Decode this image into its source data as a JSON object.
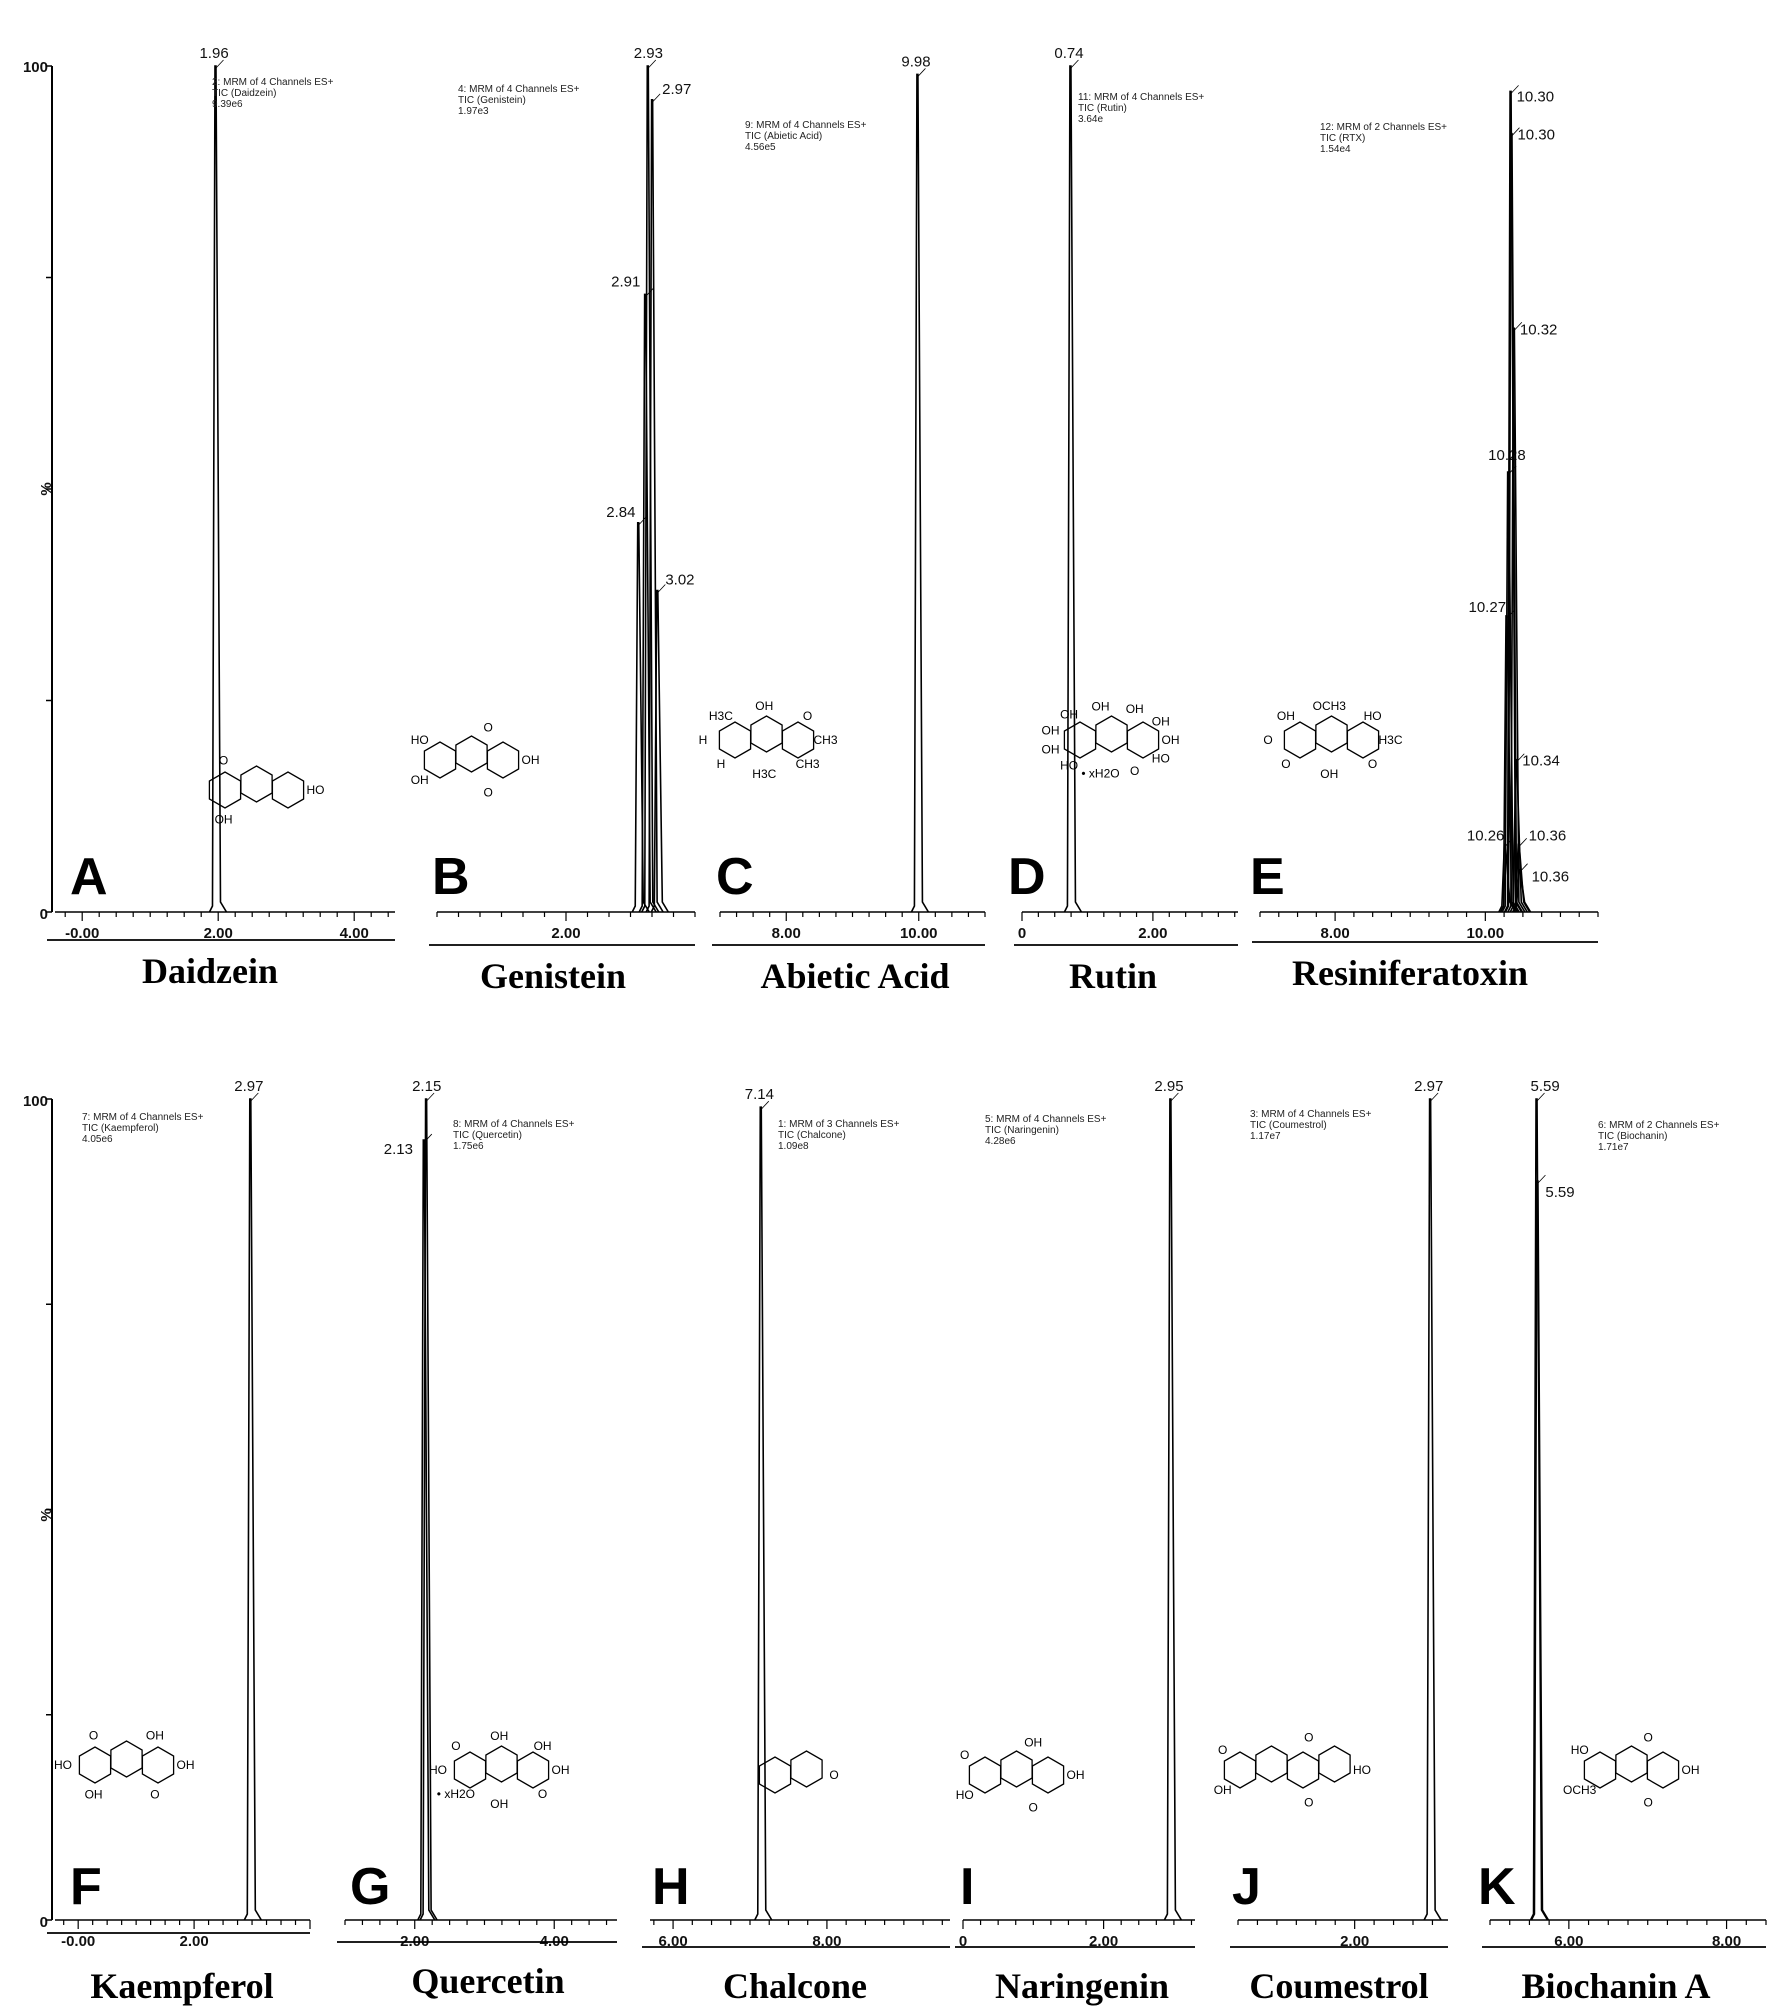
{
  "y_axis": {
    "top_label": "100",
    "bottom_label": "0",
    "unit_label": "%"
  },
  "chart_data": [
    {
      "type": "line",
      "panel": "A",
      "compound": "Daidzein",
      "info": [
        "2: MRM of 4 Channels ES+",
        "TIC (Daidzein)",
        "9.39e6"
      ],
      "xlim": [
        -0.4,
        4.6
      ],
      "ylim": [
        0,
        100
      ],
      "xticks": [
        "-0.00",
        "2.00",
        "4.00"
      ],
      "xtick_values": [
        0,
        2,
        4
      ],
      "peaks": [
        {
          "rt": 1.96,
          "label": "1.96",
          "height": 100
        }
      ],
      "structure_text": [
        "HO",
        "OH",
        "O"
      ]
    },
    {
      "type": "line",
      "panel": "B",
      "compound": "Genistein",
      "info": [
        "4: MRM of 4 Channels ES+",
        "TIC (Genistein)",
        "1.97e3"
      ],
      "xlim": [
        0.5,
        3.5
      ],
      "ylim": [
        0,
        100
      ],
      "xticks": [
        "2.00"
      ],
      "xtick_values": [
        2
      ],
      "peaks": [
        {
          "rt": 2.84,
          "label": "2.84",
          "height": 46
        },
        {
          "rt": 2.91,
          "label": "2.91",
          "height": 73
        },
        {
          "rt": 2.93,
          "label": "2.93",
          "height": 100
        },
        {
          "rt": 2.97,
          "label": "2.97",
          "height": 96
        },
        {
          "rt": 3.02,
          "label": "3.02",
          "height": 38
        }
      ],
      "structure_text": [
        "OH",
        "O",
        "OH",
        "HO",
        "O"
      ]
    },
    {
      "type": "line",
      "panel": "C",
      "compound": "Abietic Acid",
      "info": [
        "9: MRM of 4 Channels ES+",
        "TIC (Abietic Acid)",
        "4.56e5"
      ],
      "xlim": [
        7.0,
        11.0
      ],
      "ylim": [
        0,
        100
      ],
      "xticks": [
        "8.00",
        "10.00"
      ],
      "xtick_values": [
        8,
        10
      ],
      "peaks": [
        {
          "rt": 9.98,
          "label": "9.98",
          "height": 99
        }
      ],
      "structure_text": [
        "CH3",
        "CH3",
        "H3C",
        "H",
        "H",
        "H3C",
        "OH",
        "O"
      ]
    },
    {
      "type": "line",
      "panel": "D",
      "compound": "Rutin",
      "info": [
        "11: MRM of 4 Channels ES+",
        "TIC (Rutin)",
        "3.64e"
      ],
      "xlim": [
        0.0,
        3.3
      ],
      "ylim": [
        0,
        100
      ],
      "xticks": [
        "0",
        "2.00"
      ],
      "xtick_values": [
        0,
        2
      ],
      "peaks": [
        {
          "rt": 0.74,
          "label": "0.74",
          "height": 100
        }
      ],
      "structure_text": [
        "OH",
        "HO",
        "O",
        "• xH2O",
        "HO",
        "OH",
        "OH",
        "OH",
        "OH",
        "OH",
        "OH"
      ]
    },
    {
      "type": "line",
      "panel": "E",
      "compound": "Resiniferatoxin",
      "info": [
        "12: MRM of 2 Channels ES+",
        "TIC (RTX)",
        "1.54e4"
      ],
      "xlim": [
        7.0,
        11.5
      ],
      "ylim": [
        0,
        100
      ],
      "xticks": [
        "8.00",
        "10.00"
      ],
      "xtick_values": [
        8,
        10
      ],
      "peaks": [
        {
          "rt": 10.26,
          "label": "10.26",
          "height": 8
        },
        {
          "rt": 10.27,
          "label": "10.27",
          "height": 35
        },
        {
          "rt": 10.28,
          "label": "10.28",
          "height": 52
        },
        {
          "rt": 10.3,
          "label": "10.30",
          "height": 97
        },
        {
          "rt": 10.3,
          "label": "10.30",
          "height": 92
        },
        {
          "rt": 10.32,
          "label": "10.32",
          "height": 69
        },
        {
          "rt": 10.34,
          "label": "10.34",
          "height": 18
        },
        {
          "rt": 10.36,
          "label": "10.36",
          "height": 8
        },
        {
          "rt": 10.36,
          "label": "10.36",
          "height": 5
        }
      ],
      "structure_text": [
        "H3C",
        "O",
        "OH",
        "O",
        "O",
        "OH",
        "OCH3",
        "HO"
      ]
    },
    {
      "type": "line",
      "panel": "F",
      "compound": "Kaempferol",
      "info": [
        "7: MRM of 4 Channels ES+",
        "TIC (Kaempferol)",
        "4.05e6"
      ],
      "xlim": [
        -0.4,
        4.0
      ],
      "ylim": [
        0,
        100
      ],
      "xticks": [
        "-0.00",
        "2.00"
      ],
      "xtick_values": [
        0,
        2
      ],
      "peaks": [
        {
          "rt": 2.97,
          "label": "2.97",
          "height": 100
        }
      ],
      "structure_text": [
        "OH",
        "O",
        "OH",
        "HO",
        "O",
        "OH"
      ]
    },
    {
      "type": "line",
      "panel": "G",
      "compound": "Quercetin",
      "info": [
        "8: MRM of 4 Channels ES+",
        "TIC (Quercetin)",
        "1.75e6"
      ],
      "xlim": [
        1.0,
        4.9
      ],
      "ylim": [
        0,
        100
      ],
      "xticks": [
        "2.00",
        "4.00"
      ],
      "xtick_values": [
        2,
        4
      ],
      "peaks": [
        {
          "rt": 2.13,
          "label": "2.13",
          "height": 95
        },
        {
          "rt": 2.15,
          "label": "2.15",
          "height": 100
        }
      ],
      "structure_text": [
        "OH",
        "O",
        "OH",
        "• xH2O",
        "HO",
        "O",
        "OH",
        "OH"
      ]
    },
    {
      "type": "line",
      "panel": "H",
      "compound": "Chalcone",
      "info": [
        "1: MRM of 3 Channels ES+",
        "TIC (Chalcone)",
        "1.09e8"
      ],
      "xlim": [
        5.7,
        9.6
      ],
      "ylim": [
        0,
        100
      ],
      "xticks": [
        "6.00",
        "8.00"
      ],
      "xtick_values": [
        6,
        8
      ],
      "peaks": [
        {
          "rt": 7.14,
          "label": "7.14",
          "height": 99
        }
      ],
      "structure_text": [
        "O"
      ]
    },
    {
      "type": "line",
      "panel": "I",
      "compound": "Naringenin",
      "info": [
        "5: MRM of 4 Channels ES+",
        "TIC (Naringenin)",
        "4.28e6"
      ],
      "xlim": [
        0.0,
        3.3
      ],
      "ylim": [
        0,
        100
      ],
      "xticks": [
        "0",
        "2.00"
      ],
      "xtick_values": [
        0,
        2
      ],
      "peaks": [
        {
          "rt": 2.95,
          "label": "2.95",
          "height": 100
        }
      ],
      "structure_text": [
        "OH",
        "O",
        "HO",
        "O",
        "OH"
      ]
    },
    {
      "type": "line",
      "panel": "J",
      "compound": "Coumestrol",
      "info": [
        "3: MRM of 4 Channels ES+",
        "TIC (Coumestrol)",
        "1.17e7"
      ],
      "xlim": [
        0.5,
        3.2
      ],
      "ylim": [
        0,
        100
      ],
      "xticks": [
        "2.00"
      ],
      "xtick_values": [
        2
      ],
      "peaks": [
        {
          "rt": 2.97,
          "label": "2.97",
          "height": 100
        }
      ],
      "structure_text": [
        "HO",
        "O",
        "OH",
        "O",
        "O"
      ]
    },
    {
      "type": "line",
      "panel": "K",
      "compound": "Biochanin A",
      "info": [
        "6: MRM of 2 Channels ES+",
        "TIC (Biochanin)",
        "1.71e7"
      ],
      "xlim": [
        5.0,
        8.5
      ],
      "ylim": [
        0,
        100
      ],
      "xticks": [
        "6.00",
        "8.00"
      ],
      "xtick_values": [
        6,
        8
      ],
      "peaks": [
        {
          "rt": 5.59,
          "label": "5.59",
          "height": 100
        },
        {
          "rt": 5.59,
          "label": "5.59",
          "height": 90
        }
      ],
      "structure_text": [
        "OH",
        "O",
        "OCH3",
        "HO",
        "O"
      ]
    }
  ]
}
